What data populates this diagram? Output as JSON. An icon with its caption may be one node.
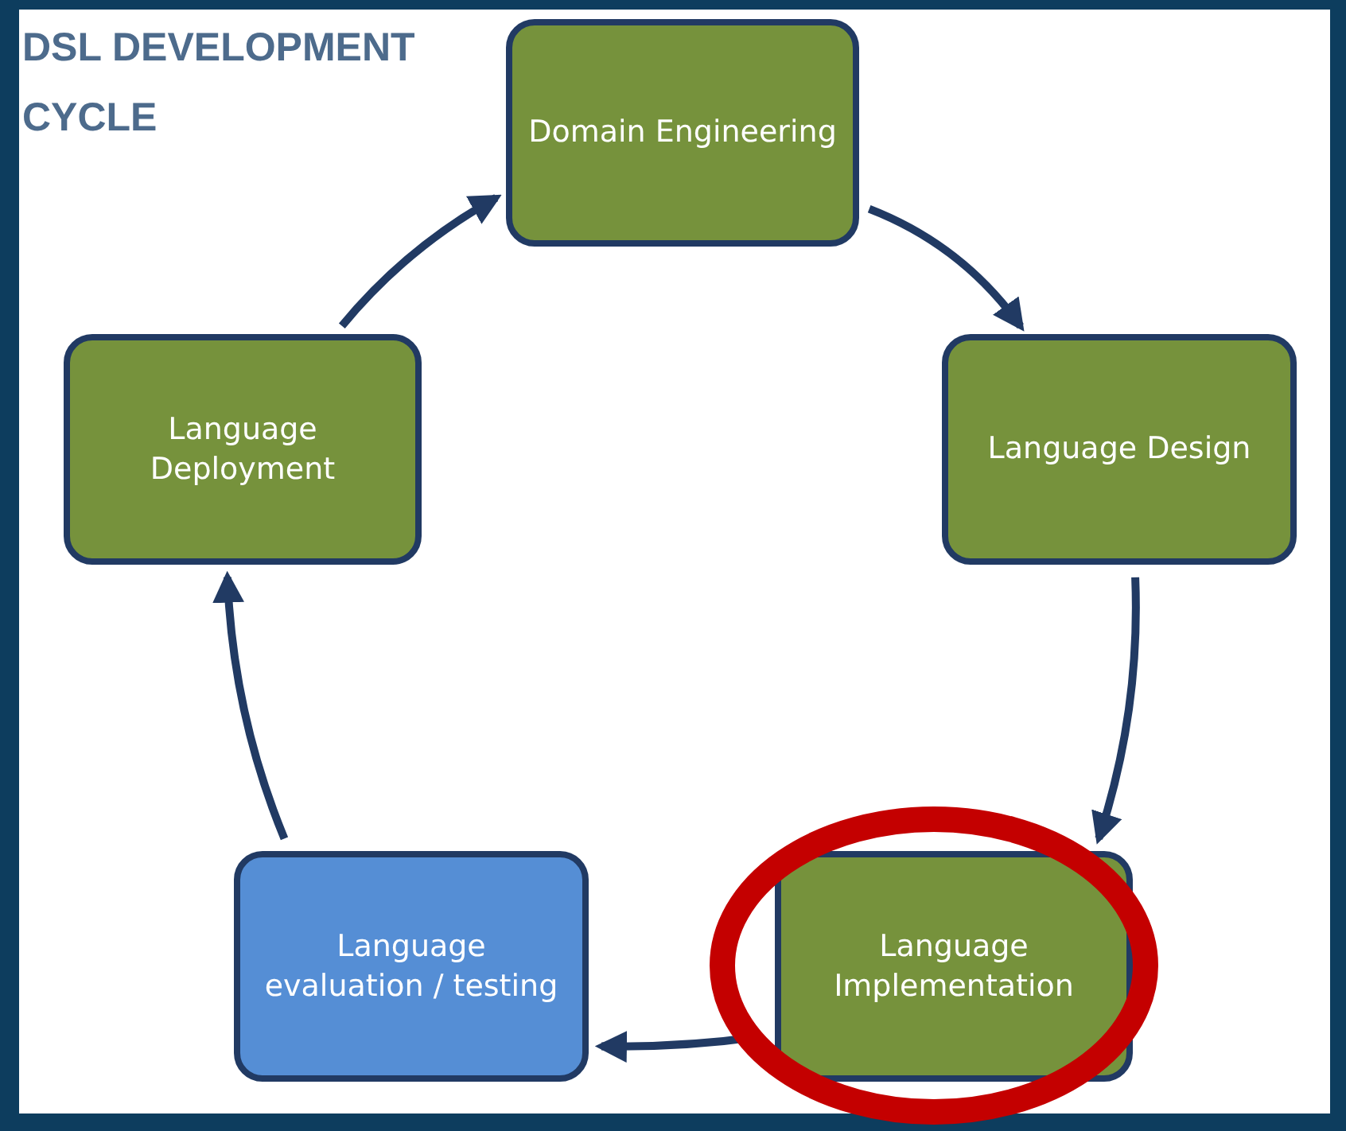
{
  "diagram": {
    "title": "DSL DEVELOPMENT CYCLE",
    "nodes": [
      {
        "text": [
          "Domain Engineering"
        ]
      },
      {
        "text": [
          "Language Design"
        ]
      },
      {
        "text": [
          "Language Implementation"
        ]
      },
      {
        "text": [
          "Language evaluation / testing"
        ]
      },
      {
        "text": [
          "Language Deployment"
        ]
      }
    ],
    "edges": [
      {
        "from": 0,
        "to": 1,
        "arrow": "to"
      },
      {
        "from": 1,
        "to": 2,
        "arrow": "to"
      },
      {
        "from": 2,
        "to": 3,
        "arrow": "to"
      },
      {
        "from": 3,
        "to": 4,
        "arrow": "to"
      },
      {
        "from": 4,
        "to": 0,
        "arrow": "to"
      }
    ]
  }
}
